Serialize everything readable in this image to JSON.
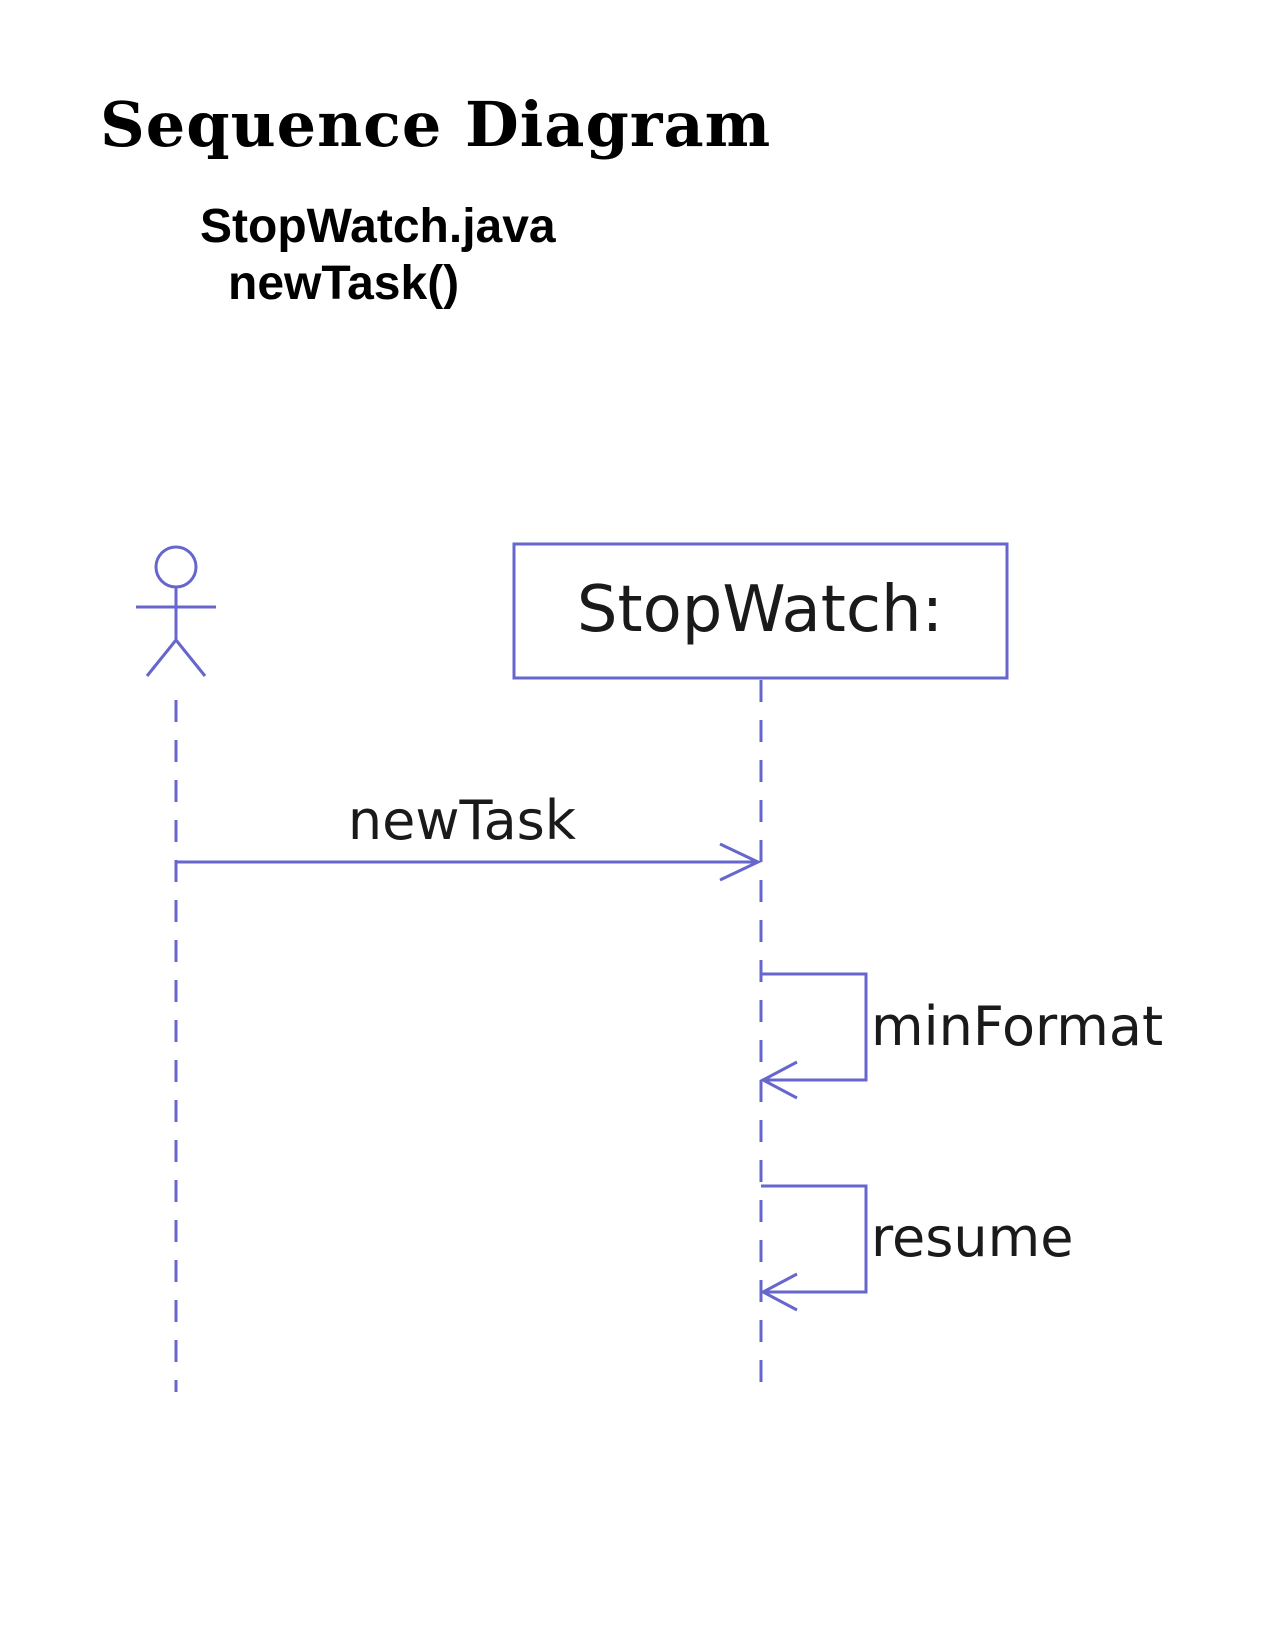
{
  "page": {
    "title": "Sequence Diagram",
    "file": "StopWatch.java",
    "method": "newTask()"
  },
  "diagram": {
    "line_color": "#6666cc",
    "participants": {
      "actor": {
        "type": "actor",
        "icon": "stick-figure-icon"
      },
      "object": {
        "label": "StopWatch:"
      }
    },
    "messages": [
      {
        "label": "newTask",
        "from": "actor",
        "to": "object"
      },
      {
        "label": "minFormat",
        "from": "object",
        "to": "object"
      },
      {
        "label": "resume",
        "from": "object",
        "to": "object"
      }
    ]
  }
}
